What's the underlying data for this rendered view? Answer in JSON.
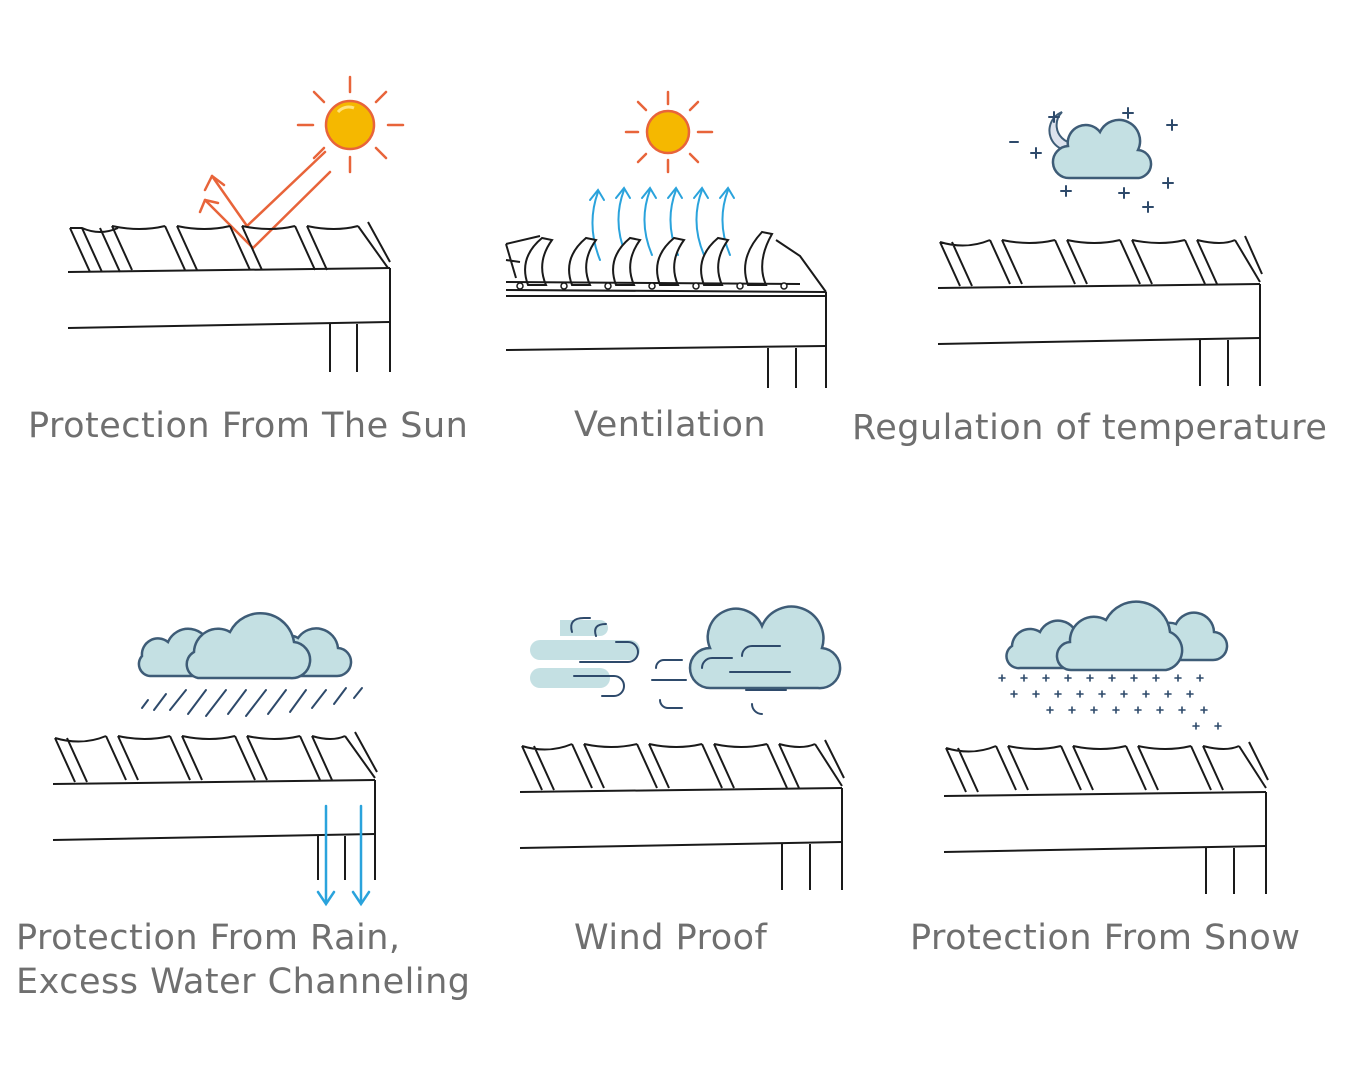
{
  "panels": [
    {
      "id": "sun",
      "caption_lines": [
        "Protection From The Sun"
      ],
      "icon": "sun-reflect-icon"
    },
    {
      "id": "ventilation",
      "caption_lines": [
        "Ventilation"
      ],
      "icon": "sun-airflow-icon"
    },
    {
      "id": "temperature",
      "caption_lines": [
        "Regulation of temperature"
      ],
      "icon": "night-cloud-icon"
    },
    {
      "id": "rain",
      "caption_lines": [
        "Protection From Rain,",
        "Excess Water Channeling"
      ],
      "icon": "rain-cloud-icon"
    },
    {
      "id": "wind",
      "caption_lines": [
        "Wind Proof"
      ],
      "icon": "wind-cloud-icon"
    },
    {
      "id": "snow",
      "caption_lines": [
        "Protection From Snow"
      ],
      "icon": "snow-cloud-icon"
    }
  ],
  "colors": {
    "line": "#1a1a1a",
    "sun_fill": "#f5b800",
    "sun_stroke": "#e8643a",
    "airflow": "#2aa3dc",
    "cloud_fill": "#c4e0e3",
    "cloud_stroke": "#3e5c77",
    "star": "#2e4a6b",
    "rain_arrow": "#2aa3dc",
    "caption": "#6f6f6f"
  }
}
